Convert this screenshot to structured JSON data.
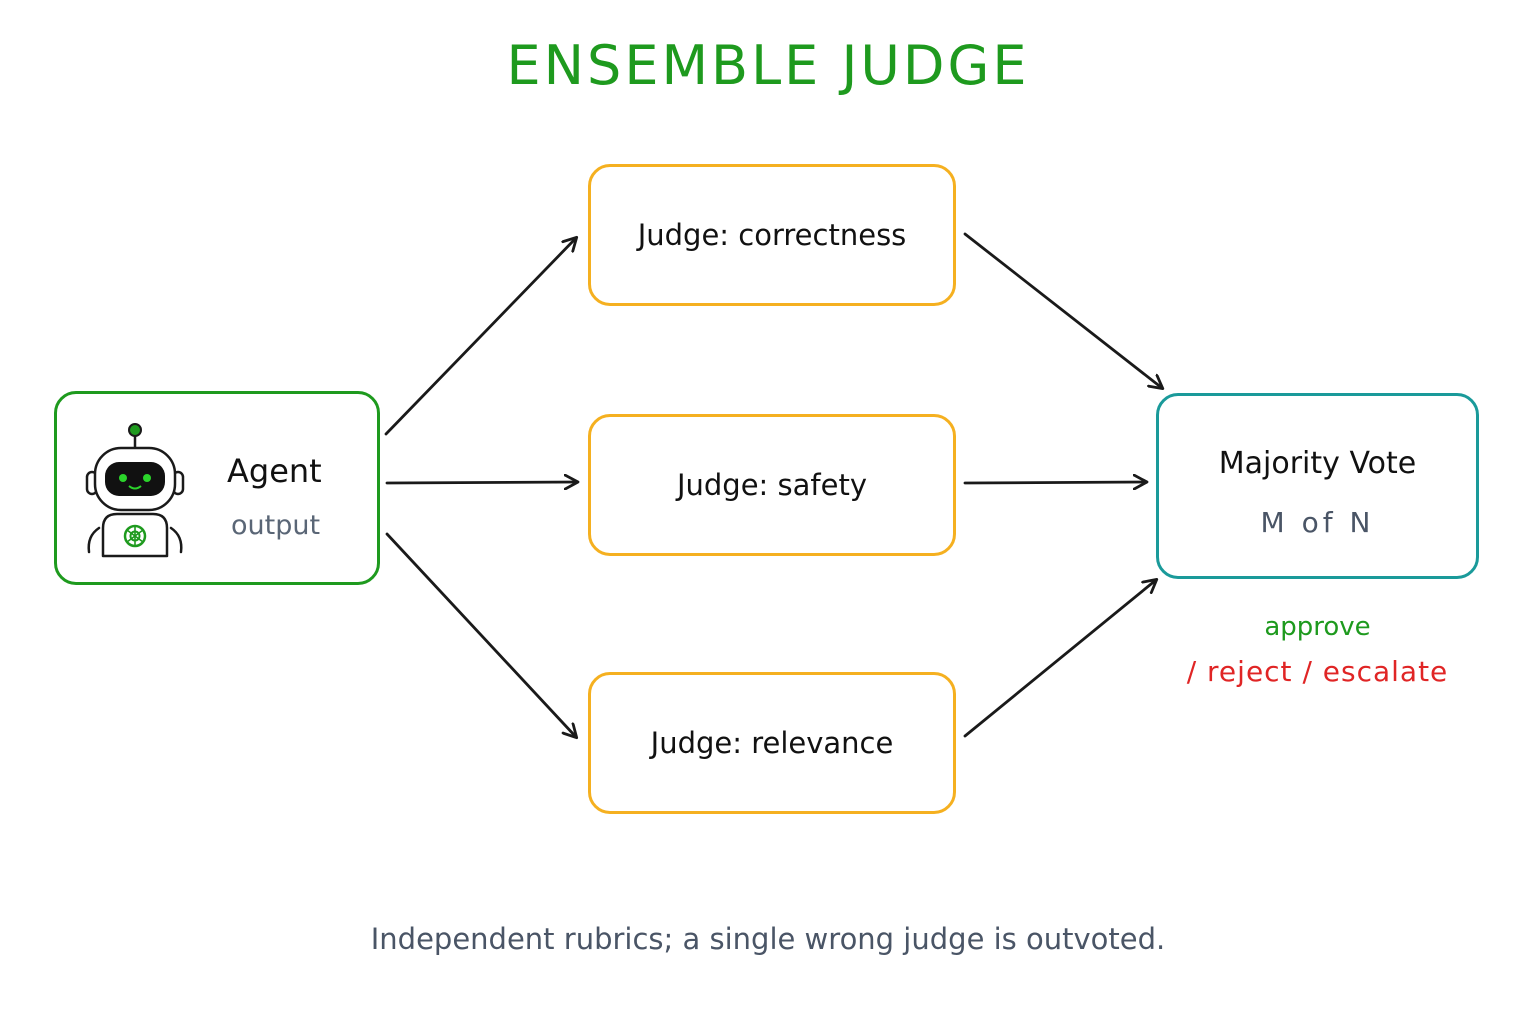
{
  "title": "ENSEMBLE JUDGE",
  "agent": {
    "label": "Agent",
    "sublabel": "output",
    "icon": "robot-icon"
  },
  "judges": [
    {
      "label": "Judge: correctness"
    },
    {
      "label": "Judge: safety"
    },
    {
      "label": "Judge: relevance"
    }
  ],
  "vote": {
    "label": "Majority Vote",
    "sublabel": "M of N"
  },
  "outcomes": {
    "approve": "approve",
    "reject_escalate": "/ reject / escalate"
  },
  "caption": "Independent rubrics; a single wrong judge is outvoted.",
  "colors": {
    "title": "#1e9a1e",
    "agent_border": "#1e9a1e",
    "judge_border": "#f5b020",
    "vote_border": "#1a9a9a",
    "approve": "#1e9a1e",
    "reject": "#e02525",
    "caption": "#4a5566",
    "arrow": "#1a1a1a"
  }
}
